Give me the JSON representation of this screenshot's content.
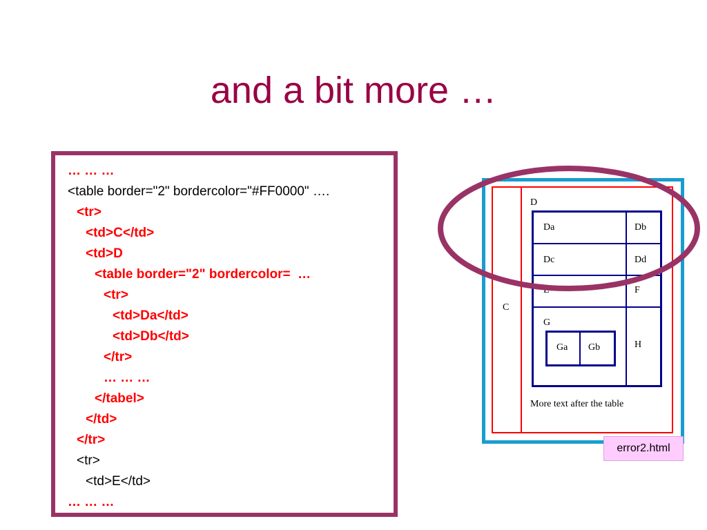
{
  "title": "and a bit more …",
  "code_lines": [
    {
      "text": "… … …",
      "style": "red",
      "indent": 18
    },
    {
      "text": "<table border=\"2\" bordercolor=\"#FF0000\" ….",
      "style": "plain",
      "indent": 18
    },
    {
      "text": "<tr>",
      "style": "red",
      "indent": 31
    },
    {
      "text": "<td>C</td>",
      "style": "red",
      "indent": 44
    },
    {
      "text": "<td>D",
      "style": "red",
      "indent": 44
    },
    {
      "text": "<table border=\"2\" bordercolor=  …",
      "style": "red",
      "indent": 57
    },
    {
      "text": "<tr>",
      "style": "red",
      "indent": 70
    },
    {
      "text": "<td>Da</td>",
      "style": "red",
      "indent": 83
    },
    {
      "text": "<td>Db</td>",
      "style": "red",
      "indent": 83
    },
    {
      "text": "</tr>",
      "style": "red",
      "indent": 70
    },
    {
      "text": "… … …",
      "style": "red",
      "indent": 70
    },
    {
      "text": "</tabel>",
      "style": "red",
      "indent": 57
    },
    {
      "text": "</td>",
      "style": "red",
      "indent": 44
    },
    {
      "text": "</tr>",
      "style": "red",
      "indent": 31
    },
    {
      "text": "<tr>",
      "style": "plain",
      "indent": 31
    },
    {
      "text": "<td>E</td>",
      "style": "plain",
      "indent": 44
    },
    {
      "text": "… … …",
      "style": "red",
      "indent": 18
    }
  ],
  "preview": {
    "cell_c": "C",
    "cell_d": "D",
    "cell_da": "Da",
    "cell_db": "Db",
    "cell_dc": "Dc",
    "cell_dd": "Dd",
    "cell_e": "E",
    "cell_f": "F",
    "cell_g": "G",
    "cell_ga": "Ga",
    "cell_gb": "Gb",
    "cell_h": "H",
    "footer_text": "More text after the table"
  },
  "file_label": "error2.html",
  "colors": {
    "title": "#990044",
    "code_border": "#993366",
    "code_red": "#ff0000",
    "preview_border": "#1a9cd0",
    "inner_table": "#00008b",
    "ellipse": "#993366",
    "badge_bg": "#ffccff"
  }
}
